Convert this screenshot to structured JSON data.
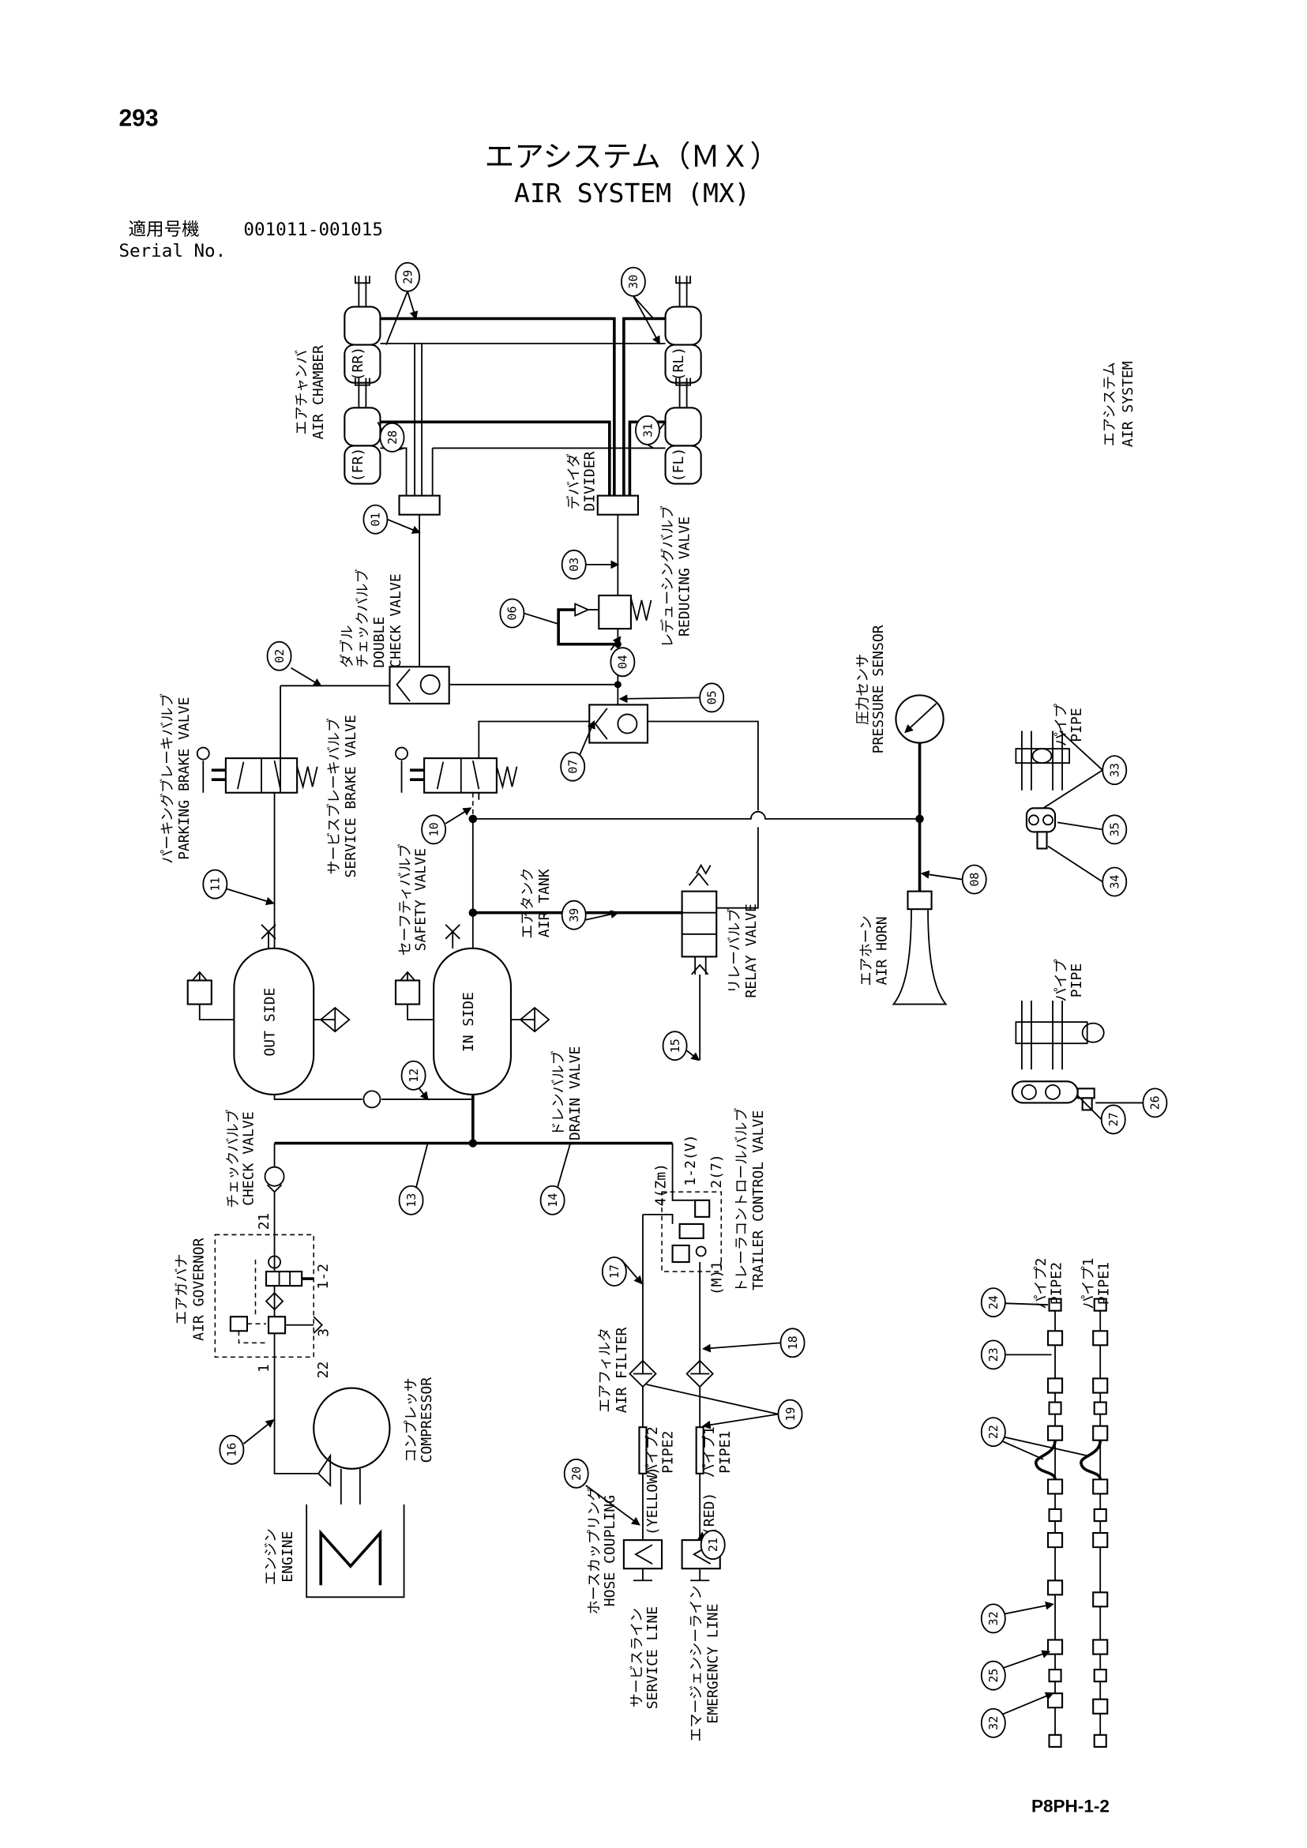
{
  "page_number": "293",
  "title": {
    "jp": "エアシステム（ＭＸ）",
    "en": "AIR SYSTEM (MX)"
  },
  "serial": {
    "label_jp": "適用号機",
    "range": "001011-001015",
    "label_en": "Serial No."
  },
  "side_label": {
    "jp": "エアシステム",
    "en": "AIR SYSTEM"
  },
  "components": {
    "air_chamber": {
      "jp": "エアチャンバ",
      "en": "AIR CHAMBER"
    },
    "divider": {
      "jp": "デバイダ",
      "en": "DIVIDER"
    },
    "reducing_valve": {
      "jp": "レデューシングバルブ",
      "en": "REDUCING VALVE"
    },
    "double_check_valve": {
      "jp1": "ダブル",
      "jp2": "チェックバルブ",
      "en1": "DOUBLE",
      "en2": "CHECK VALVE"
    },
    "parking_brake_valve": {
      "jp": "パーキングブレーキバルブ",
      "en": "PARKING BRAKE VALVE"
    },
    "service_brake_valve": {
      "jp": "サービスブレーキバルブ",
      "en": "SERVICE BRAKE VALVE"
    },
    "safety_valve": {
      "jp": "セーフティバルブ",
      "en": "SAFETY VALVE"
    },
    "air_tank": {
      "jp": "エアタンク",
      "en": "AIR TANK"
    },
    "relay_valve": {
      "jp": "リレーバルブ",
      "en": "RELAY VALVE"
    },
    "drain_valve": {
      "jp": "ドレンバルブ",
      "en": "DRAIN VALVE"
    },
    "check_valve": {
      "jp": "チェックバルブ",
      "en": "CHECK VALVE"
    },
    "air_governor": {
      "jp": "エアガバナ",
      "en": "AIR GOVERNOR"
    },
    "compressor": {
      "jp": "コンプレッサ",
      "en": "COMPRESSOR"
    },
    "engine": {
      "jp": "エンジン",
      "en": "ENGINE"
    },
    "trailer_control_valve": {
      "jp": "トレーラコントロールバルブ",
      "en": "TRAILER CONTROL VALVE"
    },
    "air_filter": {
      "jp": "エアフィルタ",
      "en": "AIR FILTER"
    },
    "pipe2": {
      "jp": "パイプ2",
      "en": "PIPE2"
    },
    "pipe1": {
      "jp": "パイプ1",
      "en": "PIPE1"
    },
    "hose_coupling": {
      "jp": "ホースカップリング",
      "en": "HOSE COUPLING"
    },
    "service_line": {
      "jp": "サービスライン",
      "en": "SERVICE LINE"
    },
    "emergency_line": {
      "jp": "エマージェンシーライン",
      "en": "EMERGENCY LINE"
    },
    "pressure_sensor": {
      "jp": "圧力センサ",
      "en": "PRESSURE SENSOR"
    },
    "air_horn": {
      "jp": "エアホーン",
      "en": "AIR HORN"
    },
    "pipe_a": {
      "jp": "パイプ",
      "en": "PIPE"
    },
    "pipe_b": {
      "jp": "パイプ",
      "en": "PIPE"
    },
    "detail_pipe2": {
      "jp": "パイプ2",
      "en": "PIPE2"
    },
    "detail_pipe1": {
      "jp": "パイプ1",
      "en": "PIPE1"
    }
  },
  "chamber_tags": {
    "rr": "(RR)",
    "rl": "(RL)",
    "fr": "(FR)",
    "fl": "(FL)"
  },
  "tank_tags": {
    "outside": "OUT SIDE",
    "inside": "IN SIDE"
  },
  "coupling_tags": {
    "yellow": "(YELLOW)",
    "red": "(RED)"
  },
  "governor_ports": {
    "p21": "21",
    "p12": "1-2",
    "p3": "3",
    "p22": "22",
    "p1": "1"
  },
  "trailer_ports": {
    "p4": "4(Zm)",
    "p12": "1-2(V)",
    "p2": "2(7)",
    "p1": "(M)1"
  },
  "balloons": [
    "29",
    "30",
    "28",
    "31",
    "01",
    "03",
    "06",
    "04",
    "05",
    "02",
    "07",
    "10",
    "39",
    "11",
    "12",
    "15",
    "13",
    "14",
    "17",
    "18",
    "19",
    "16",
    "20",
    "21",
    "08",
    "33",
    "35",
    "34",
    "27",
    "26",
    "24",
    "23",
    "22",
    "32",
    "25",
    "32"
  ],
  "doc_code": "P8PH-1-2"
}
